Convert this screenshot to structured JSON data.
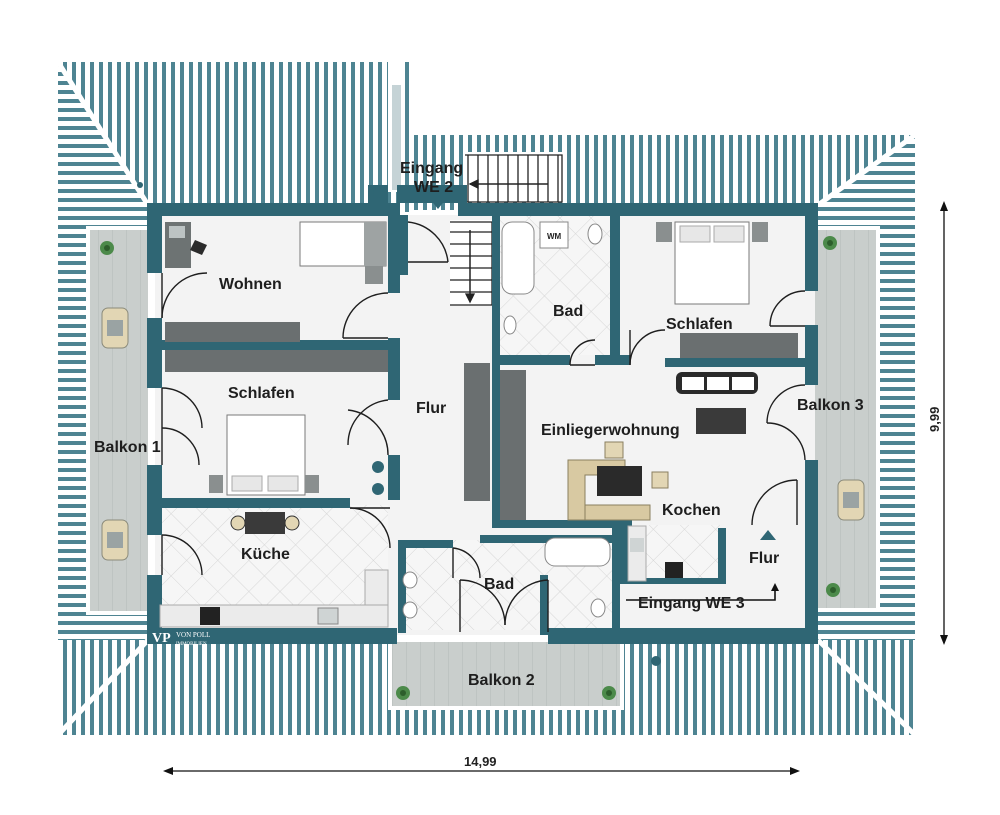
{
  "plan": {
    "rooms": {
      "wohnen": "Wohnen",
      "schlafen_1": "Schlafen",
      "kueche": "Küche",
      "flur_1": "Flur",
      "bad_1": "Bad",
      "schlafen_2": "Schlafen",
      "einliegerwohnung": "Einliegerwohnung",
      "kochen": "Kochen",
      "flur_2": "Flur",
      "bad_2": "Bad"
    },
    "balconies": {
      "balkon_1": "Balkon 1",
      "balkon_2": "Balkon 2",
      "balkon_3": "Balkon 3"
    },
    "entrances": {
      "we2_line1": "Eingang",
      "we2_line2": "WE 2",
      "we3": "Eingang WE 3"
    },
    "fixtures": {
      "washing_machine": "WM"
    },
    "dimensions": {
      "width": "14,99",
      "height": "9,99"
    },
    "logo": {
      "mark": "VP",
      "name": "VON POLL",
      "sub": "IMMOBILIEN"
    }
  },
  "colors": {
    "wall": "#2f6674",
    "roof_stripe": "#4e8492",
    "floor": "#f3f3f3",
    "balcony": "#c7ccc9",
    "tile_line": "#d8d8d8"
  }
}
